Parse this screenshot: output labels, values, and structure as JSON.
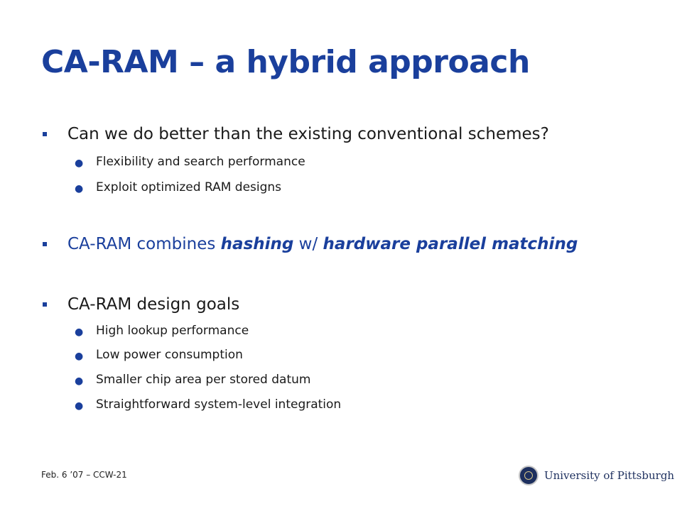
{
  "slide": {
    "title": "CA-RAM – a hybrid approach",
    "bullets": [
      {
        "text": "Can we do better than the existing conventional schemes?",
        "sub": [
          "Flexibility and search performance",
          "Exploit optimized RAM designs"
        ]
      },
      {
        "parts": [
          "CA-RAM combines ",
          "hashing",
          " w/ ",
          "hardware parallel matching"
        ]
      },
      {
        "text": "CA-RAM design goals",
        "sub": [
          "High lookup performance",
          "Low power consumption",
          "Smaller chip area per stored datum",
          "Straightforward system-level integration"
        ]
      }
    ],
    "footer": "Feb. 6 ’07 – CCW-21",
    "logo_text": "University of Pittsburgh",
    "icons": {
      "level1_bullet": "square-bullet-icon",
      "level2_bullet": "dot-bullet-icon",
      "seal": "university-seal-icon"
    },
    "colors": {
      "accent": "#1a3f9c",
      "text": "#1a1a1a"
    }
  }
}
